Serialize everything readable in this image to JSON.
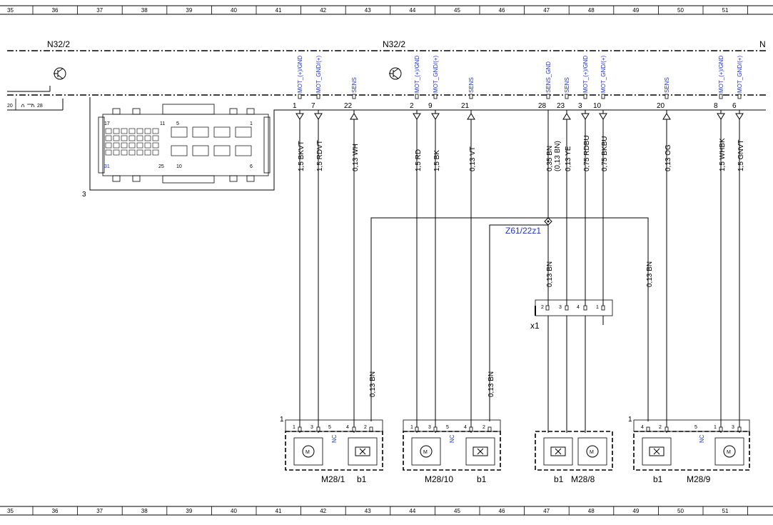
{
  "ruler": [
    "35",
    "36",
    "37",
    "38",
    "39",
    "40",
    "41",
    "42",
    "43",
    "44",
    "45",
    "46",
    "47",
    "48",
    "49",
    "50",
    "51"
  ],
  "module": {
    "name_left": "N32/2",
    "name_mid": "N32/2",
    "name_right": "N",
    "connector_ref": "3",
    "left_pins": [
      "20",
      "28"
    ],
    "connector_pin_labels": [
      "17",
      "11",
      "5",
      "1",
      "31",
      "25",
      "10",
      "6"
    ]
  },
  "signals": [
    {
      "id": "s1",
      "pin": "1",
      "signal": "MOT_(+)/GND",
      "wire": "1,5 BKVT",
      "dir": "down"
    },
    {
      "id": "s2",
      "pin": "7",
      "signal": "MOT_GND/(+)",
      "wire": "1,5 RDVT",
      "dir": "down"
    },
    {
      "id": "s3",
      "pin": "22",
      "signal": "SENS",
      "wire": "0,13 WH",
      "dir": "up"
    },
    {
      "id": "s4",
      "pin": "2",
      "signal": "MOT_(+)/GND",
      "wire": "1,5 RD",
      "dir": "down"
    },
    {
      "id": "s5",
      "pin": "9",
      "signal": "MOT_GND/(+)",
      "wire": "1,5 BK",
      "dir": "down"
    },
    {
      "id": "s6",
      "pin": "21",
      "signal": "SENS",
      "wire": "0,13 VT",
      "dir": "up"
    },
    {
      "id": "s7",
      "pin": "28",
      "signal": "SENS_GND",
      "wire": "0,35 BN",
      "wire2": "(0,13 BN)",
      "dir": "none"
    },
    {
      "id": "s8",
      "pin": "23",
      "signal": "SENS",
      "wire": "0,13 YE",
      "dir": "up"
    },
    {
      "id": "s9",
      "pin": "3",
      "signal": "MOT_(+)/GND",
      "wire": "0,75 RDBU",
      "dir": "down"
    },
    {
      "id": "s10",
      "pin": "10",
      "signal": "MOT_GND/(+)",
      "wire": "0,75 BKBU",
      "dir": "down"
    },
    {
      "id": "s11",
      "pin": "20",
      "signal": "SENS",
      "wire": "0,13 OG",
      "dir": "up"
    },
    {
      "id": "s12",
      "pin": "8",
      "signal": "MOT_(+)/GND",
      "wire": "1,5 WHBK",
      "dir": "down"
    },
    {
      "id": "s13",
      "pin": "6",
      "signal": "MOT_GND/(+)",
      "wire": "1,5 GNVT",
      "dir": "down"
    }
  ],
  "splice": {
    "name": "Z61/22z1",
    "wire_below": "0,13 BN",
    "wire_left": "0,13 BN",
    "wire_mid": "0,13 BN",
    "wire_right": "0,13 BN"
  },
  "connector_x1": {
    "name": "x1",
    "pins": [
      "2",
      "3",
      "4",
      "1"
    ]
  },
  "actuators": [
    {
      "id": "m281",
      "name": "M28/1",
      "sensor": "b1",
      "ref": "1",
      "pins": [
        "1",
        "3",
        "5",
        "4",
        "2"
      ],
      "nc": "NC"
    },
    {
      "id": "m2810",
      "name": "M28/10",
      "sensor": "b1",
      "ref": "",
      "pins": [
        "1",
        "3",
        "5",
        "4",
        "2"
      ],
      "nc": "NC"
    },
    {
      "id": "m288",
      "name": "M28/8",
      "sensor": "b1",
      "ref": "",
      "pins": [],
      "nc": ""
    },
    {
      "id": "m289",
      "name": "M28/9",
      "sensor": "b1",
      "ref": "1",
      "pins": [
        "4",
        "2",
        "5",
        "1",
        "3"
      ],
      "nc": "NC"
    }
  ],
  "colors": {
    "line": "#000000",
    "signal_text": "#2233cc",
    "splice_text": "#2233cc"
  }
}
